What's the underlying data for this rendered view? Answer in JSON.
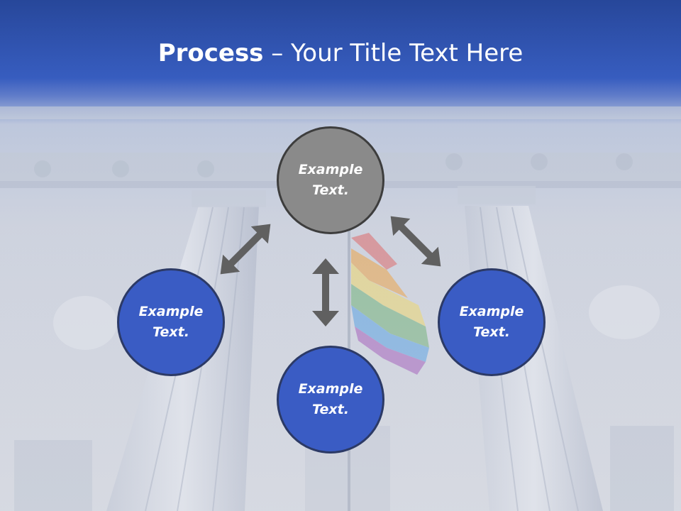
{
  "slide": {
    "title_bold": "Process",
    "title_rest": " – Your Title Text Here"
  },
  "diagram": {
    "nodes": [
      {
        "line1": "Example",
        "line2": "Text.",
        "color": "#8a8a8a"
      },
      {
        "line1": "Example",
        "line2": "Text.",
        "color": "#3a5cc4"
      },
      {
        "line1": "Example",
        "line2": "Text.",
        "color": "#3a5cc4"
      },
      {
        "line1": "Example",
        "line2": "Text.",
        "color": "#3a5cc4"
      }
    ],
    "arrow_color": "#606060",
    "background_image": "building-columns-with-rainbow-flag"
  }
}
